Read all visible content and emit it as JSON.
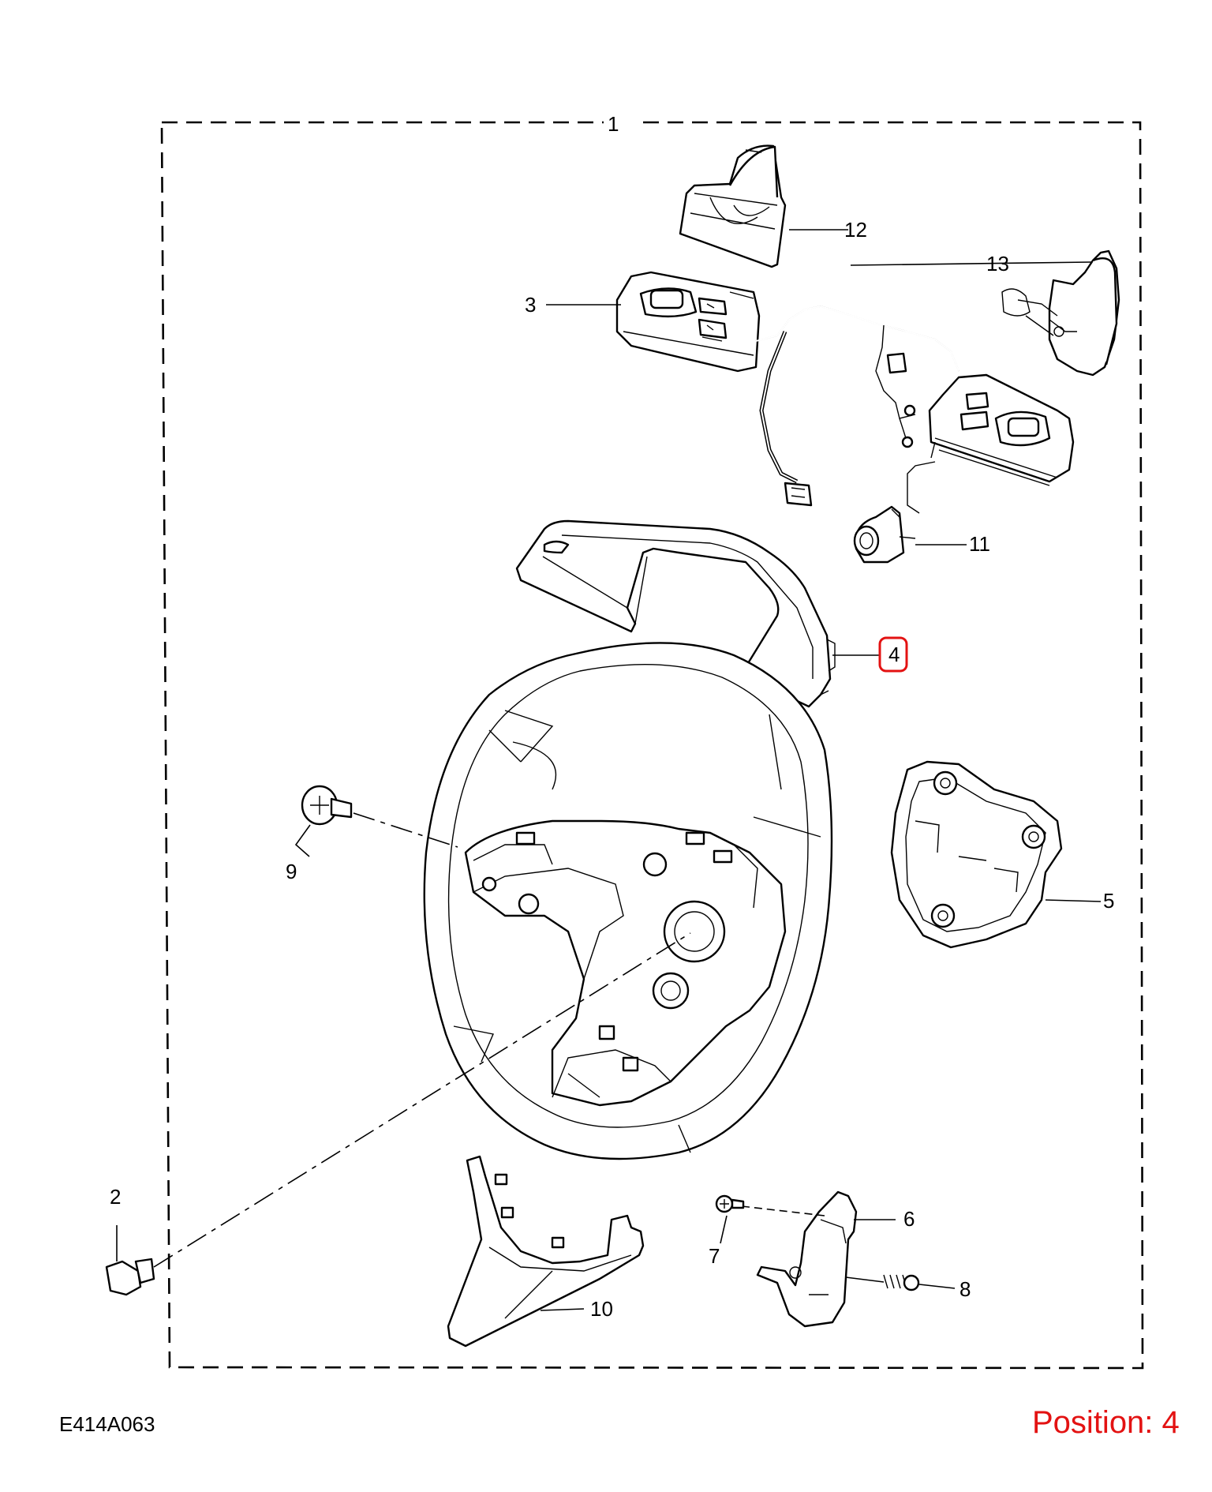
{
  "figure_code": "E414A063",
  "position_label": "Position: 4",
  "highlight_color": "#e31212",
  "callouts": {
    "c1": "1",
    "c2": "2",
    "c3": "3",
    "c4": "4",
    "c5": "5",
    "c6": "6",
    "c7": "7",
    "c8": "8",
    "c9": "9",
    "c10": "10",
    "c11": "11",
    "c12": "12",
    "c13": "13"
  },
  "selected_callout": "4"
}
